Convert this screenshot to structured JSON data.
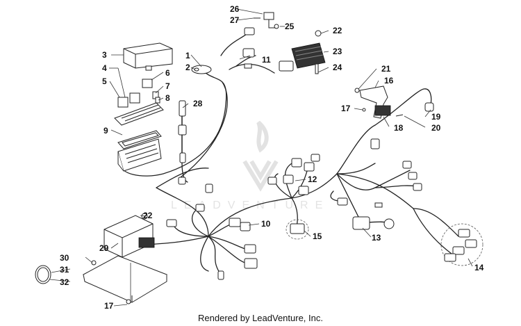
{
  "watermark": "LEADVENTURE",
  "footer": "Rendered by LeadVenture, Inc.",
  "callouts": [
    "1",
    "2",
    "3",
    "4",
    "5",
    "6",
    "7",
    "8",
    "9",
    "10",
    "11",
    "12",
    "13",
    "14",
    "15",
    "16",
    "17",
    "17",
    "18",
    "19",
    "20",
    "21",
    "22",
    "22",
    "23",
    "24",
    "25",
    "26",
    "27",
    "28",
    "29",
    "30",
    "31",
    "32"
  ]
}
